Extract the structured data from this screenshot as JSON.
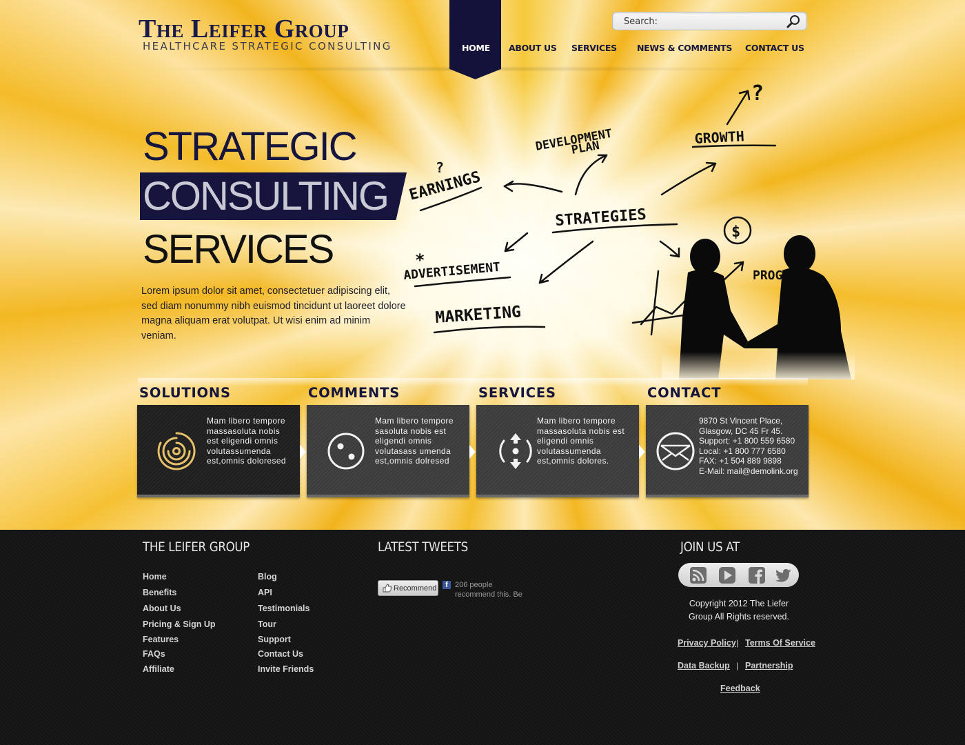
{
  "header": {
    "logo_title": "The Leifer Group",
    "logo_subtitle": "HEALTHCARE STRATEGIC CONSULTING",
    "search_placeholder": "Search:",
    "nav": [
      {
        "label": "HOME",
        "active": true
      },
      {
        "label": "ABOUT US"
      },
      {
        "label": "SERVICES"
      },
      {
        "label": "NEWS & COMMENTS"
      },
      {
        "label": "CONTACT US"
      }
    ]
  },
  "hero": {
    "line1": "STRATEGIC",
    "line2": "CONSULTING",
    "line3": "SERVICES",
    "description": "Lorem ipsum dolor sit amet, consectetuer adipiscing elit, sed diam nonummy nibh euismod tincidunt ut laoreet dolore magna aliquam erat volutpat. Ut wisi enim ad minim veniam.",
    "sketch_words": [
      "DEVELOPMENT",
      "PLAN",
      "GROWTH",
      "EARNINGS",
      "STRATEGIES",
      "ADVERTISEMENT",
      "MARKETING",
      "PROGRESS",
      "?",
      "?",
      "$",
      "*"
    ]
  },
  "features": [
    {
      "title": "SOLUTIONS",
      "icon": "target-rings-icon",
      "text": "Mam libero tempore massasoluta nobis est eligendi omnis volutassumenda est,omnis doloresed"
    },
    {
      "title": "COMMENTS",
      "icon": "dots-circle-icon",
      "text": "Mam libero tempore sasoluta nobis est eligendi omnis volutasass umenda est,omnis dolresed"
    },
    {
      "title": "SERVICES",
      "icon": "arrows-icon",
      "text": "Mam libero tempore massasoluta nobis est eligendi omnis volutassumenda est,omnis dolores."
    },
    {
      "title": "CONTACT",
      "icon": "envelope-icon",
      "lines": [
        "9870 St Vincent Place,",
        "Glasgow, DC 45 Fr 45.",
        "Support: +1 800 559 6580",
        "Local: +1 800 777 6580",
        "FAX: +1 504 889 9898",
        "E-Mail: mail@demolink.org"
      ]
    }
  ],
  "footer": {
    "col1_title": "THE LEIFER GROUP",
    "links_left": [
      "Home",
      "Benefits",
      "About Us",
      "Pricing & Sign Up",
      "Features",
      "FAQs",
      "Affiliate"
    ],
    "links_right": [
      "Blog",
      "API",
      "Testimonials",
      "Tour",
      "Support",
      "Contact Us",
      "Invite Friends"
    ],
    "col2_title": "LATEST TWEETS",
    "fb_button": "Recommend",
    "fb_logo": "f",
    "fb_text": "206 people recommend this. Be",
    "col3_title": "JOIN US AT",
    "social": [
      "rss-icon",
      "youtube-icon",
      "facebook-icon",
      "twitter-icon"
    ],
    "copyright": "Copyright 2012 The Liefer Group All Rights reserved.",
    "legal": {
      "privacy": "Privacy Policy",
      "terms": "Terms Of Service",
      "backup": "Data Backup",
      "partnership": "Partnership",
      "feedback": "Feedback",
      "separator": "|"
    }
  },
  "colors": {
    "navy": "#15153d",
    "accent_gold": "#e7c06a",
    "box_gray": "#3d3d3d",
    "footer_bg": "#151515"
  }
}
